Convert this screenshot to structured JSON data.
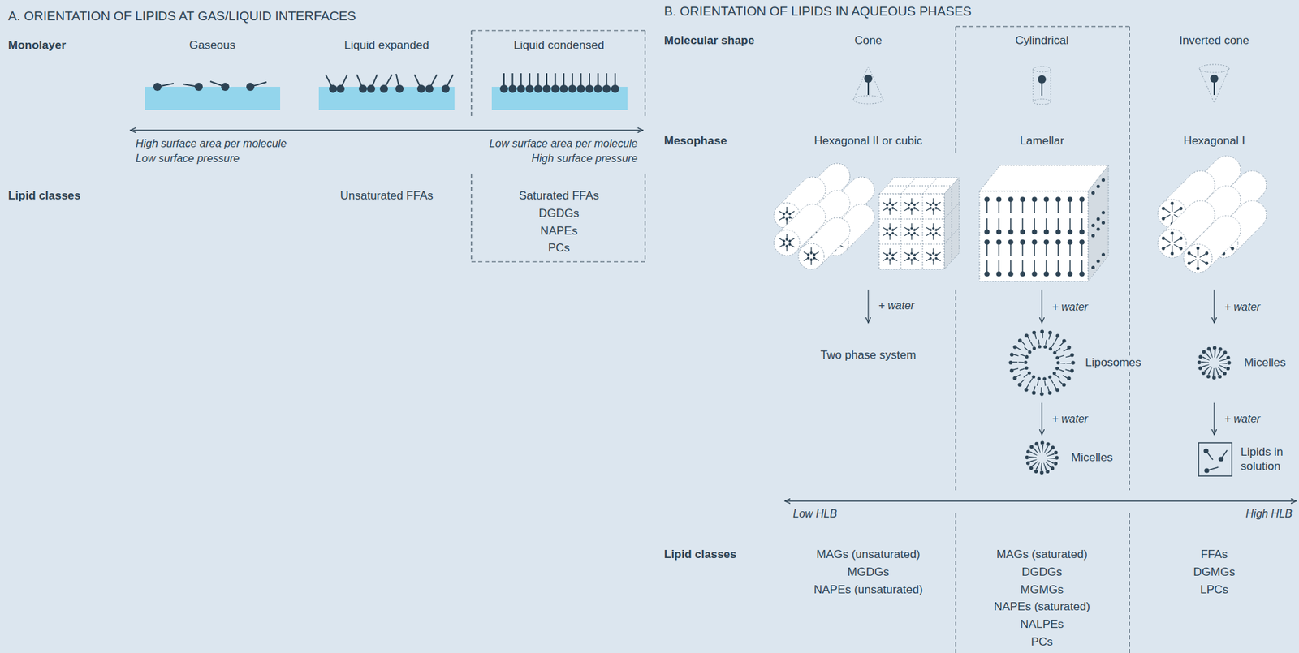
{
  "diagram": {
    "nodes": [
      {
        "text": [
          "Liquid condensed",
          "Saturated FFAs",
          "DGDGs",
          "NAPEs",
          "PCs"
        ]
      },
      {
        "text": [
          "Cylindrical",
          "Lamellar",
          "+ water",
          "+ water",
          "Micelles",
          "MAGs (saturated)",
          "DGDGs",
          "MGMGs",
          "NAPEs (saturated)",
          "NALPEs",
          "PCs"
        ]
      }
    ],
    "labels": [
      "A. ORIENTATION OF LIPIDS AT GAS/LIQUID INTERFACES",
      "Monolayer",
      "Gaseous",
      "Liquid expanded",
      "High surface area per molecule",
      "Low surface pressure",
      "Low surface area per molecule",
      "High surface pressure",
      "Lipid classes",
      "Unsaturated FFAs",
      "B. ORIENTATION OF LIPIDS IN AQUEOUS PHASES",
      "Molecular shape",
      "Cone",
      "Inverted cone",
      "Mesophase",
      "Hexagonal II or cubic",
      "Hexagonal I",
      "+ water",
      "Two phase system",
      "Liposomes",
      "+ water",
      "Micelles",
      "+ water",
      "Lipids in solution",
      "Low HLB",
      "High HLB",
      "Lipid classes",
      "MAGs (unsaturated)",
      "MGDGs",
      "NAPEs (unsaturated)",
      "FFAs",
      "DGMGs",
      "LPCs"
    ]
  }
}
